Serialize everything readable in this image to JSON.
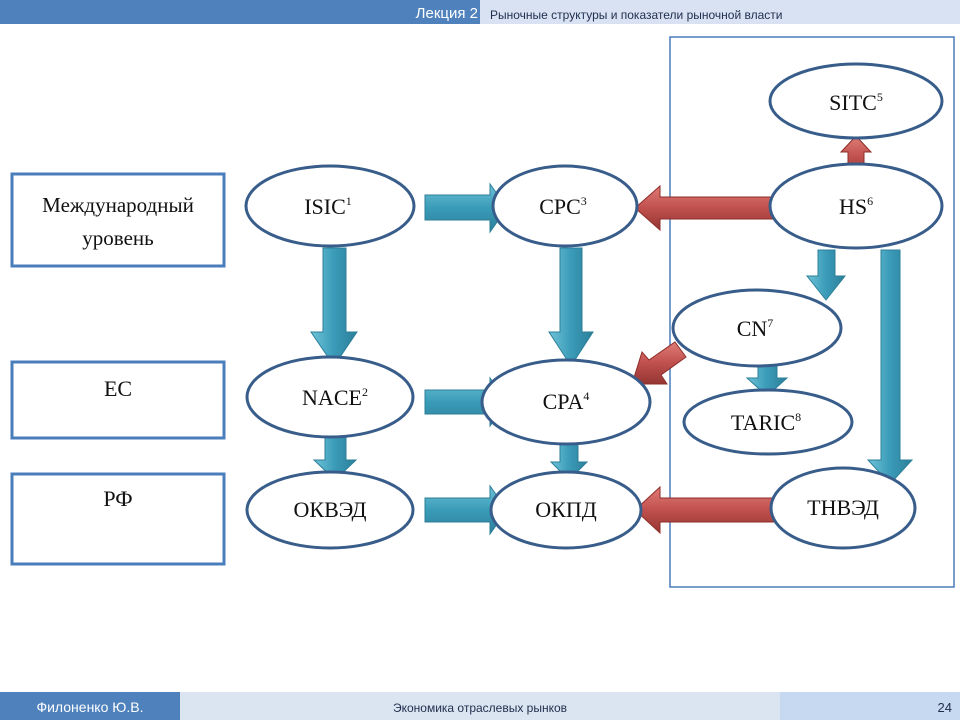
{
  "header": {
    "lecture": "Лекция 2",
    "title": "Рыночные структуры и показатели рыночной власти"
  },
  "footer": {
    "author": "Филоненко Ю.В.",
    "course": "Экономика отраслевых рынков",
    "page": "24"
  },
  "levels": {
    "international": [
      "Международный",
      "уровень"
    ],
    "eu": "ЕС",
    "rf": "РФ"
  },
  "nodes": {
    "isic": {
      "name": "ISIC",
      "sup": "1"
    },
    "cpc": {
      "name": "CPC",
      "sup": "3"
    },
    "hs": {
      "name": "HS",
      "sup": "6"
    },
    "sitc": {
      "name": "SITC",
      "sup": "5"
    },
    "nace": {
      "name": "NACE",
      "sup": "2"
    },
    "cpa": {
      "name": "CPA",
      "sup": "4"
    },
    "cn": {
      "name": "CN",
      "sup": "7"
    },
    "taric": {
      "name": "TARIC",
      "sup": "8"
    },
    "okved": {
      "name": "ОКВЭД"
    },
    "okpd": {
      "name": "ОКПД"
    },
    "tnved": {
      "name": "ТНВЭД"
    }
  },
  "colors": {
    "blue_arrow": "#4bacc6",
    "red_arrow": "#c0504d",
    "ellipse_stroke": "#385d8a",
    "box_stroke": "#4a7dbb"
  }
}
